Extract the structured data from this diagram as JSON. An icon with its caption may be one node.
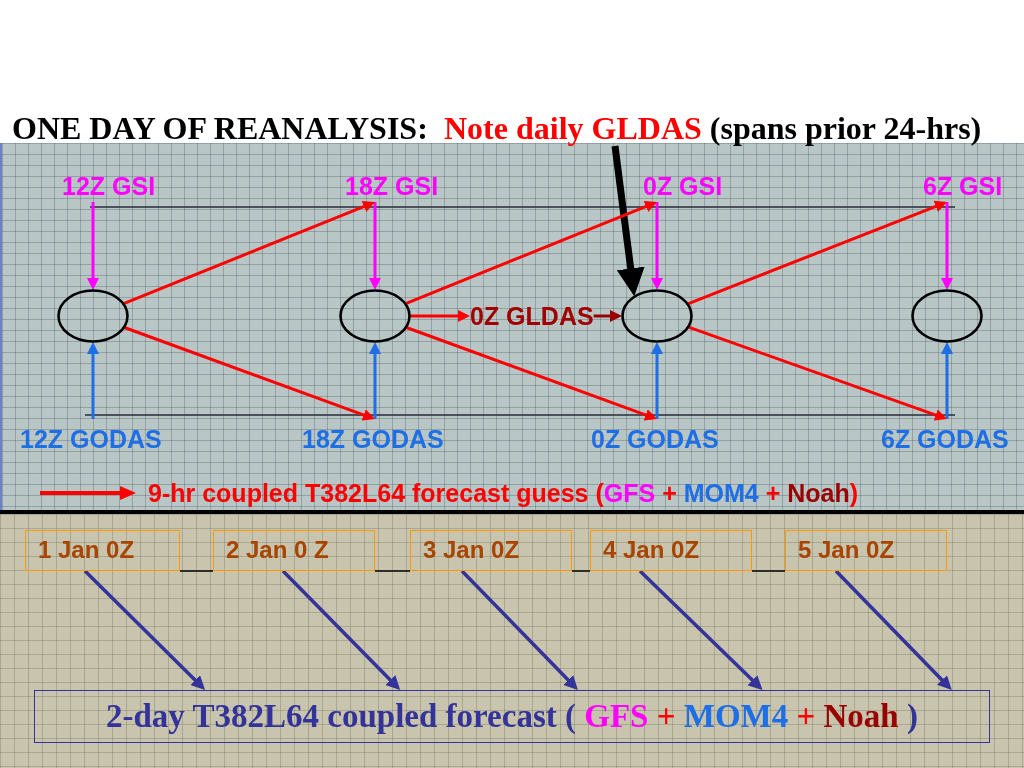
{
  "diagram": {
    "title": "ONE DAY OF REANALYSIS:",
    "nodes": [
      {
        "text": [
          "Note daily GLDAS (spans prior 24-hrs)"
        ]
      },
      {
        "text": [
          "12Z GSI"
        ]
      },
      {
        "text": [
          "18Z GSI"
        ]
      },
      {
        "text": [
          "0Z GSI"
        ]
      },
      {
        "text": [
          "6Z GSI"
        ]
      },
      {
        "text": [],
        "shape": "ellipse"
      },
      {
        "text": [],
        "shape": "ellipse"
      },
      {
        "text": [
          "0Z GLDAS"
        ]
      },
      {
        "text": [],
        "shape": "ellipse"
      },
      {
        "text": [],
        "shape": "ellipse"
      },
      {
        "text": [
          "12Z GODAS"
        ]
      },
      {
        "text": [
          "18Z GODAS"
        ]
      },
      {
        "text": [
          "0Z GODAS"
        ]
      },
      {
        "text": [
          "6Z GODAS"
        ]
      },
      {
        "text": [
          "1 Jan 0Z"
        ]
      },
      {
        "text": [
          "2 Jan 0 Z"
        ]
      },
      {
        "text": [
          "3 Jan 0Z"
        ]
      },
      {
        "text": [
          "4 Jan 0Z"
        ]
      },
      {
        "text": [
          "5 Jan 0Z"
        ]
      },
      {
        "text": [
          "2-day T382L64 coupled forecast ( GFS + MOM4 + Noah )"
        ]
      }
    ],
    "edges": [
      {
        "from": 0,
        "to": 8,
        "arrow": "to",
        "style": "thick",
        "color": "#000000"
      },
      {
        "from": 1,
        "to": 5,
        "arrow": "to",
        "color": "#ff00ff"
      },
      {
        "from": 2,
        "to": 6,
        "arrow": "to",
        "color": "#ff00ff"
      },
      {
        "from": 3,
        "to": 8,
        "arrow": "to",
        "color": "#ff00ff"
      },
      {
        "from": 4,
        "to": 9,
        "arrow": "to",
        "color": "#ff00ff"
      },
      {
        "from": 10,
        "to": 5,
        "arrow": "to",
        "color": "#1e6fe6"
      },
      {
        "from": 11,
        "to": 6,
        "arrow": "to",
        "color": "#1e6fe6"
      },
      {
        "from": 12,
        "to": 8,
        "arrow": "to",
        "color": "#1e6fe6"
      },
      {
        "from": 13,
        "to": 9,
        "arrow": "to",
        "color": "#1e6fe6"
      },
      {
        "from": 5,
        "to": 2,
        "arrow": "to"
      },
      {
        "from": 5,
        "to": 11,
        "arrow": "to"
      },
      {
        "from": 6,
        "to": 3,
        "arrow": "to"
      },
      {
        "from": 6,
        "to": 7,
        "arrow": "to"
      },
      {
        "from": 7,
        "to": 8,
        "arrow": "to",
        "color": "#990000"
      },
      {
        "from": 6,
        "to": 12,
        "arrow": "to"
      },
      {
        "from": 8,
        "to": 4,
        "arrow": "to"
      },
      {
        "from": 8,
        "to": 13,
        "arrow": "to"
      },
      {
        "from": 14,
        "to": 15,
        "arrow": "none",
        "color": "#000000"
      },
      {
        "from": 15,
        "to": 16,
        "arrow": "none",
        "color": "#000000"
      },
      {
        "from": 16,
        "to": 17,
        "arrow": "none",
        "color": "#000000"
      },
      {
        "from": 17,
        "to": 18,
        "arrow": "none",
        "color": "#000000"
      },
      {
        "from": 14,
        "to": 19,
        "arrow": "to",
        "color": "#333399"
      },
      {
        "from": 15,
        "to": 19,
        "arrow": "to",
        "color": "#333399"
      },
      {
        "from": 16,
        "to": 19,
        "arrow": "to",
        "color": "#333399"
      },
      {
        "from": 17,
        "to": 19,
        "arrow": "to",
        "color": "#333399"
      },
      {
        "from": 18,
        "to": 19,
        "arrow": "to",
        "color": "#333399"
      }
    ],
    "legend": [
      {
        "text": "9-hr coupled T382L64 forecast guess (GFS + MOM4 + Noah)"
      }
    ]
  }
}
